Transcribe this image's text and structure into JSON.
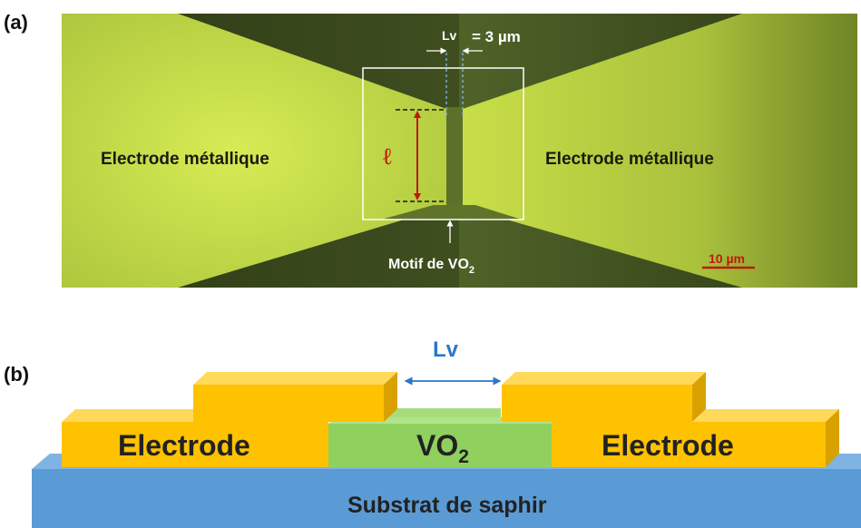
{
  "panel_a": {
    "label": "(a)",
    "lv_symbol": "Lv",
    "lv_value": "= 3 µm",
    "left_electrode": "Electrode métallique",
    "right_electrode": "Electrode métallique",
    "length_symbol": "ℓ",
    "pattern_label_main": "Motif de VO",
    "pattern_label_sub": "2",
    "scale_bar": "10 µm"
  },
  "panel_b": {
    "label": "(b)",
    "lv_label": "Lv",
    "left_electrode": "Electrode",
    "right_electrode": "Electrode",
    "vo2_main": "VO",
    "vo2_sub": "2",
    "substrate": "Substrat de saphir"
  },
  "colors": {
    "electrode_gold": "#ffc200",
    "vo2_green": "#8fd05e",
    "substrate_blue": "#5b9bd5",
    "micro_bright": "#cfe64a",
    "micro_dark": "#3f4e20",
    "label_red": "#c0180e",
    "lv_blue": "#2a78c8"
  }
}
